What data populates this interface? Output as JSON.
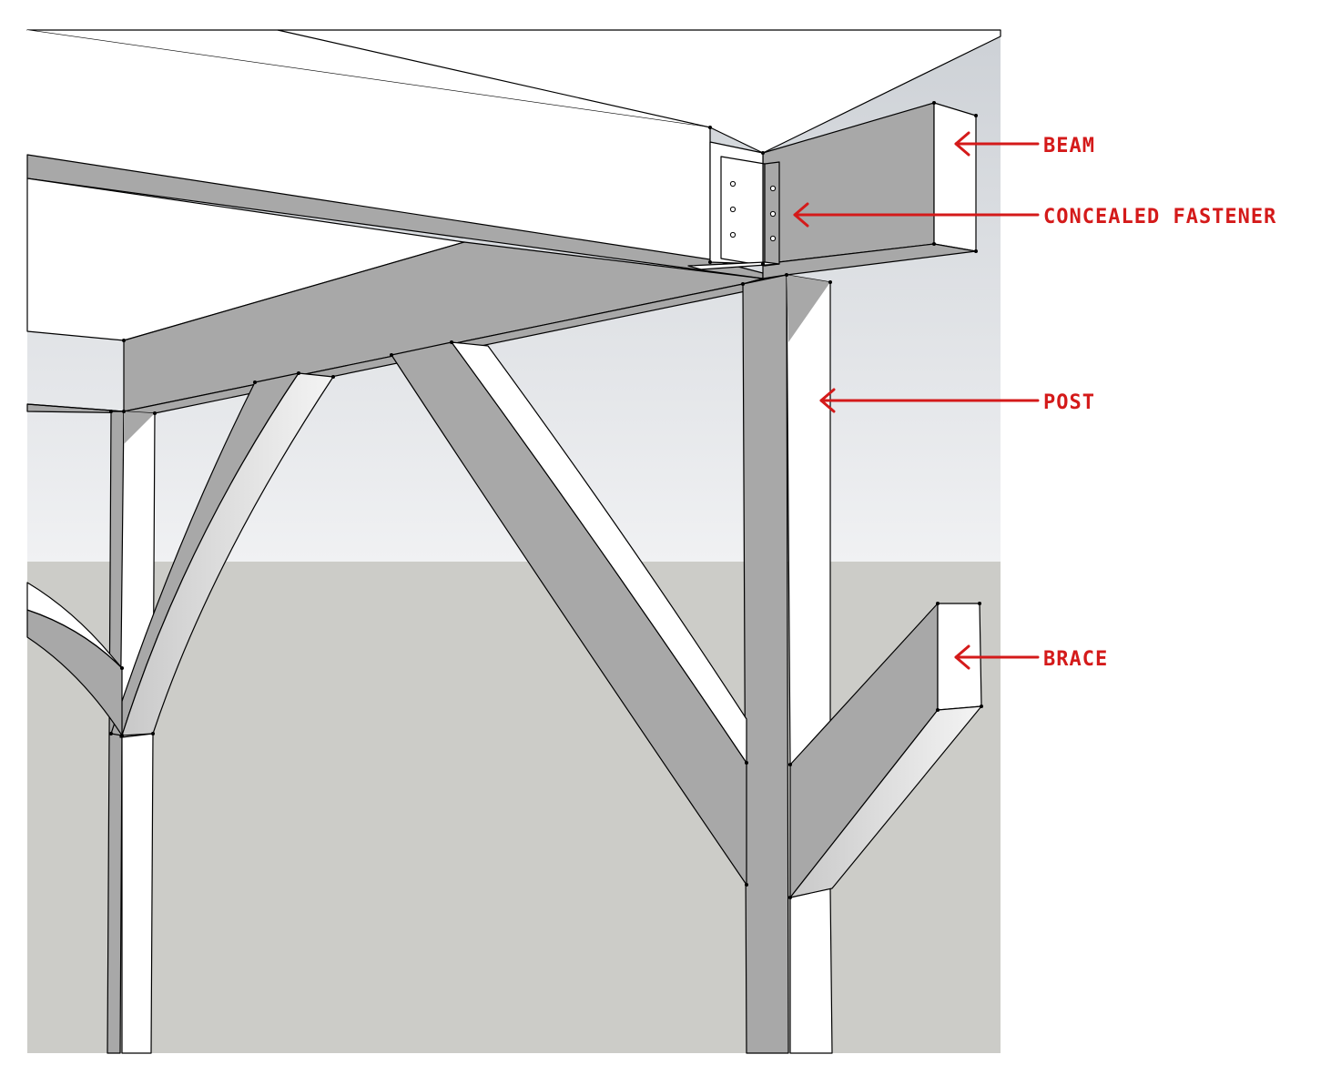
{
  "diagram": {
    "colors": {
      "callout": "#d41a1a",
      "sky_top": "#cfd3d7",
      "sky_bottom": "#eef0f2",
      "ground": "#ccccc8",
      "timber_shade": "#a8a8a8",
      "timber_light": "#ffffff"
    },
    "callouts": [
      {
        "key": "beam",
        "label": "BEAM"
      },
      {
        "key": "fastener",
        "label": "CONCEALED FASTENER"
      },
      {
        "key": "post",
        "label": "POST"
      },
      {
        "key": "brace",
        "label": "BRACE"
      }
    ]
  }
}
